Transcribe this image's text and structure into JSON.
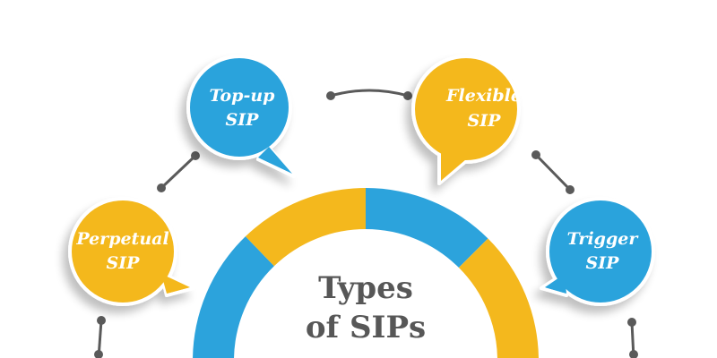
{
  "title": {
    "line1": "Types",
    "line2": "of SIPs"
  },
  "colors": {
    "blue": "#2ca3dc",
    "yellow": "#f4b81d",
    "connector": "#5a5a5a",
    "title": "#575757"
  },
  "bubbles": [
    {
      "line1": "Top-up",
      "line2": "SIP",
      "color": "blue"
    },
    {
      "line1": "Flexible",
      "line2": "SIP",
      "color": "yellow"
    },
    {
      "line1": "Perpetual",
      "line2": "SIP",
      "color": "yellow"
    },
    {
      "line1": "Trigger",
      "line2": "SIP",
      "color": "blue"
    }
  ]
}
